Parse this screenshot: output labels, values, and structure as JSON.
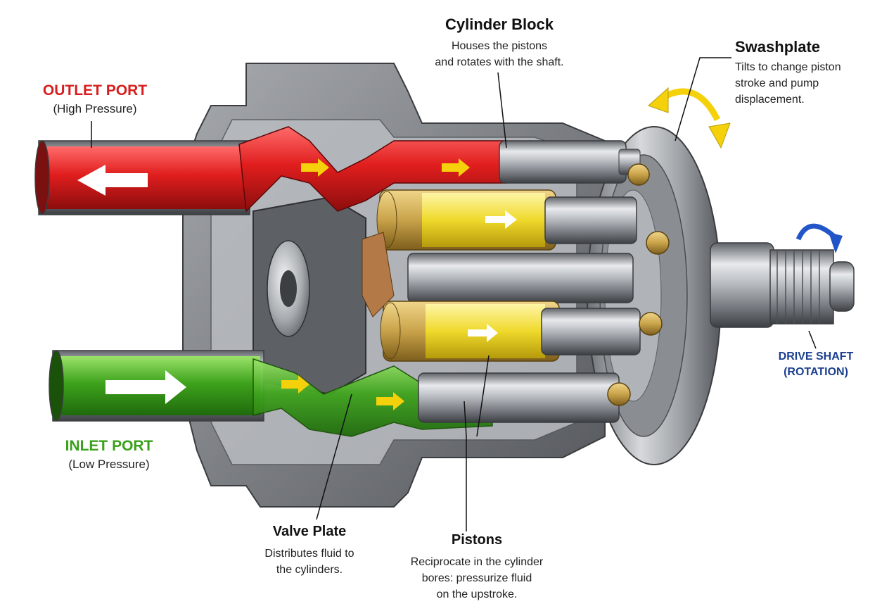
{
  "colors": {
    "outlet": "#d81e1e",
    "inlet": "#38a01a",
    "piston_fluid": "#f1dc2a",
    "arrow_yellow": "#f4d10a",
    "drive_shaft": "#1b3f8f",
    "steel": "#9aa0a6",
    "housing": "#8d9094",
    "brass": "#c9a34a"
  },
  "icons": {
    "swashplate_tilt": "curved-double-arrow-icon",
    "shaft_rotation": "curved-arrow-icon",
    "flow": "arrow-right-icon"
  },
  "labels": {
    "cylinder_block": {
      "title": "Cylinder Block",
      "desc_line1": "Houses the pistons",
      "desc_line2": "and rotates with the shaft."
    },
    "swashplate": {
      "title": "Swashplate",
      "desc_line1": "Tilts to change piston",
      "desc_line2": "stroke and pump",
      "desc_line3": "displacement."
    },
    "outlet_port": {
      "title": "OUTLET PORT",
      "subtitle": "(High Pressure)"
    },
    "inlet_port": {
      "title": "INLET PORT",
      "subtitle": "(Low Pressure)"
    },
    "drive_shaft": {
      "line1": "DRIVE SHAFT",
      "line2": "(ROTATION)"
    },
    "valve_plate": {
      "title": "Valve Plate",
      "desc_line1": "Distributes fluid to",
      "desc_line2": "the cylinders."
    },
    "pistons": {
      "title": "Pistons",
      "desc_line1": "Reciprocate in the cylinder",
      "desc_line2": "bores: pressurize fluid",
      "desc_line3": "on the upstroke."
    }
  }
}
